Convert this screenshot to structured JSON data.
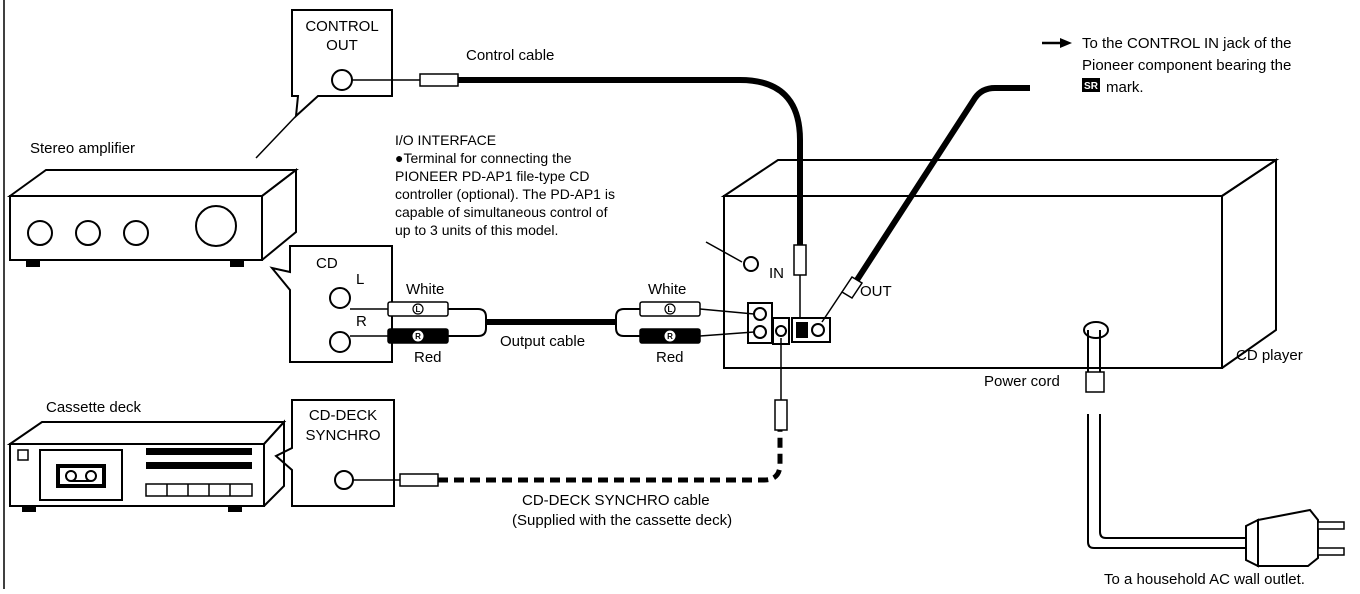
{
  "amplifier": {
    "title": "Stereo amplifier",
    "control_out_line1": "CONTROL",
    "control_out_line2": "OUT",
    "cd_label": "CD",
    "l_label": "L",
    "r_label": "R"
  },
  "cassette": {
    "title": "Cassette deck",
    "synchro_line1": "CD-DECK",
    "synchro_line2": "SYNCHRO"
  },
  "cables": {
    "control_cable": "Control cable",
    "output_cable": "Output cable",
    "white_left": "White",
    "white_right": "White",
    "red_left": "Red",
    "red_right": "Red",
    "plug_l": "L",
    "plug_r": "R",
    "synchro_cable_line1": "CD-DECK SYNCHRO cable",
    "synchro_cable_line2": "(Supplied with the cassette deck)"
  },
  "interface_note": {
    "title": "I/O INTERFACE",
    "line1": "●Terminal for connecting the",
    "line2": "PIONEER PD-AP1 file-type CD",
    "line3": "controller (optional). The PD-AP1 is",
    "line4": "capable of simultaneous control of",
    "line5": "up to 3 units of this model."
  },
  "player": {
    "title": "CD player",
    "in_label": "IN",
    "out_label": "OUT",
    "power_cord": "Power cord"
  },
  "notes": {
    "control_in_line1": "To the CONTROL IN jack of the",
    "control_in_line2": "Pioneer component bearing the",
    "control_in_line3": "mark.",
    "sr_mark": "SR",
    "wall_outlet": "To a household AC wall outlet."
  },
  "icons": {
    "arrow": "arrow-right-icon",
    "tape": "cassette-tape-icon",
    "plug": "ac-plug-icon"
  },
  "colors": {
    "ink": "#000000",
    "paper": "#ffffff"
  }
}
